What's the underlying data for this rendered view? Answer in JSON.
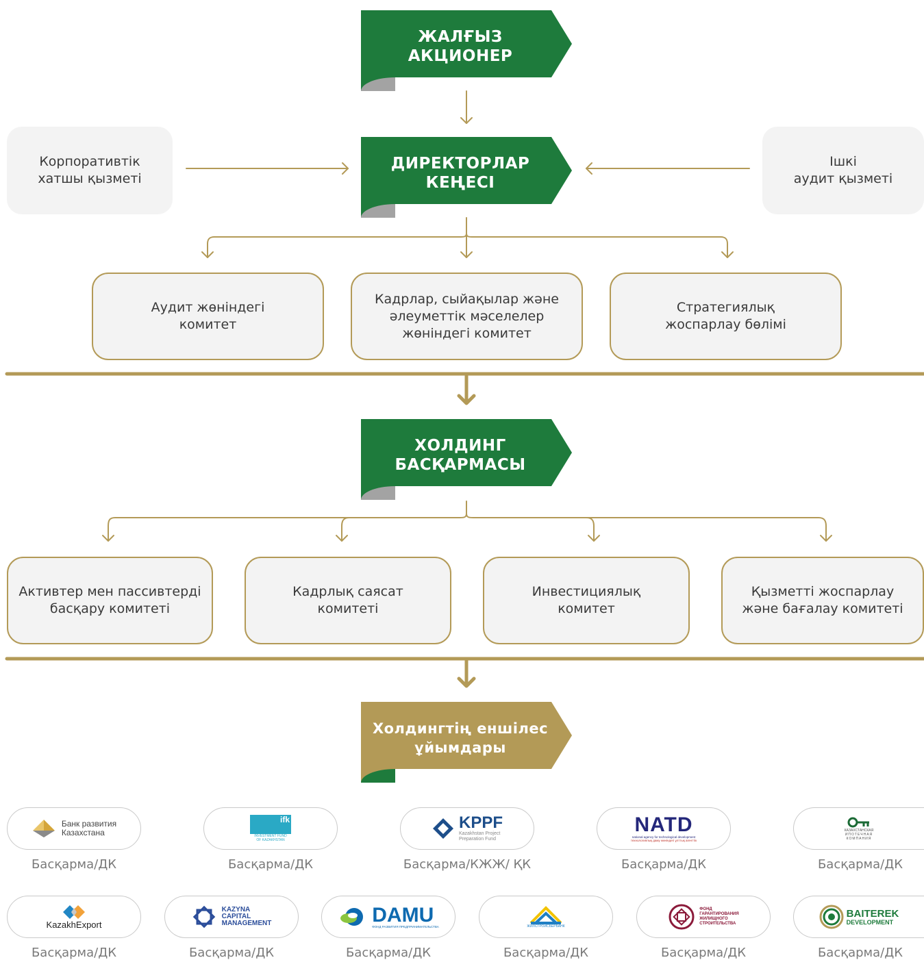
{
  "ribbons": {
    "shareholder": {
      "line1": "ЖАЛҒЫЗ",
      "line2": "АКЦИОНЕР",
      "color": "#1e7b3c"
    },
    "board": {
      "line1": "ДИРЕКТОРЛАР",
      "line2": "КЕҢЕСІ",
      "color": "#1e7b3c"
    },
    "management": {
      "line1": "ХОЛДИНГ",
      "line2": "БАСҚАРМАСЫ",
      "color": "#1e7b3c"
    },
    "subsidiaries": {
      "line1": "Холдингтің еншілес",
      "line2": "ұйымдары",
      "color": "#b39a57"
    }
  },
  "side_boxes": {
    "corporate_secretary": {
      "line1": "Корпоративтік",
      "line2": "хатшы қызметі"
    },
    "internal_audit": {
      "line1": "Ішкі",
      "line2": "аудит қызметі"
    }
  },
  "board_committees": [
    {
      "line1": "Аудит жөніндегі",
      "line2": "комитет",
      "line3": ""
    },
    {
      "line1": "Кадрлар, сыйақылар және",
      "line2": "әлеуметтік мәселелер",
      "line3": "жөніндегі комитет"
    },
    {
      "line1": "Стратегиялық",
      "line2": "жоспарлау бөлімі",
      "line3": ""
    }
  ],
  "management_committees": [
    {
      "line1": "Активтер мен пассивтерді",
      "line2": "басқару комитеті"
    },
    {
      "line1": "Кадрлық саясат",
      "line2": "комитеті"
    },
    {
      "line1": "Инвестициялық",
      "line2": "комитет"
    },
    {
      "line1": "Қызметті жоспарлау",
      "line2": "және бағалау комитеті"
    }
  ],
  "subsidiaries_row1": [
    {
      "logo": "bank-razvitiya",
      "logo_text1": "Банк развития",
      "logo_text2": "Казахстана",
      "label": "Басқарма/ДК"
    },
    {
      "logo": "ifk",
      "logo_text1": "ifk",
      "logo_text2": "INVESTMENT FUND",
      "logo_text3": "OF KAZAKHSTAN",
      "label": "Басқарма/ДК"
    },
    {
      "logo": "kppf",
      "logo_text1": "KPPF",
      "logo_text2": "Kazakhstan Project",
      "logo_text3": "Preparation Fund",
      "label": "Басқарма/КЖЖ/ ҚК"
    },
    {
      "logo": "natd",
      "logo_text1": "NATD",
      "logo_text2": "national agency for technological development",
      "logo_text3": "технологиялық даму жөніндегі ұлттық агенттік",
      "label": "Басқарма/ДК"
    },
    {
      "logo": "kik",
      "logo_text1": "КАЗАХСТАНСКАЯ",
      "logo_text2": "ИПОТЕЧНАЯ",
      "logo_text3": "КОМПАНИЯ",
      "label": "Басқарма/ДК"
    }
  ],
  "subsidiaries_row2": [
    {
      "logo": "kazakhexport",
      "logo_text1": "KazakhExport",
      "label": "Басқарма/ДК"
    },
    {
      "logo": "kazyna",
      "logo_text1": "KAZYNA",
      "logo_text2": "CAPITAL",
      "logo_text3": "MANAGEMENT",
      "label": "Басқарма/ДК"
    },
    {
      "logo": "damu",
      "logo_text1": "DAMU",
      "logo_text2": "ФОНД РАЗВИТИЯ ПРЕДПРИНИМАТЕЛЬСТВА",
      "label": "Басқарма/ДК"
    },
    {
      "logo": "zhilstroy",
      "logo_text1": "ЖИЛСТРОЙСБЕРБАНК",
      "label": "Басқарма/ДК"
    },
    {
      "logo": "fgzhs",
      "logo_text1": "ФОНД",
      "logo_text2": "ГАРАНТИРОВАНИЯ",
      "logo_text3": "ЖИЛИЩНОГО",
      "logo_text4": "СТРОИТЕЛЬСТВА",
      "label": "Басқарма/ДК"
    },
    {
      "logo": "baiterek-development",
      "logo_text1": "BAITEREK",
      "logo_text2": "DEVELOPMENT",
      "label": "Басқарма/ДК"
    }
  ]
}
